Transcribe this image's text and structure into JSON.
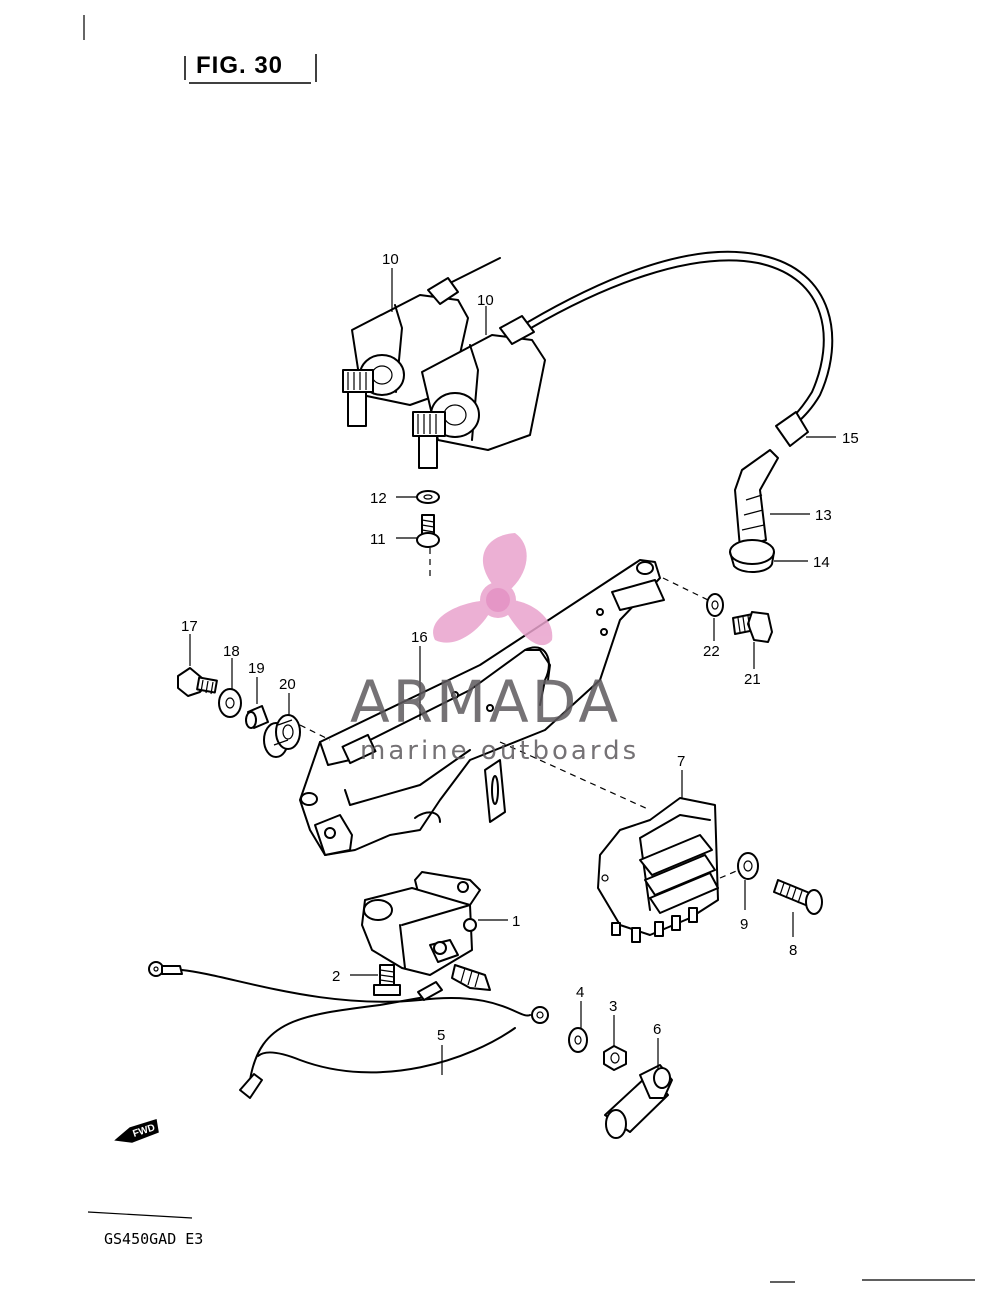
{
  "figure": {
    "title": "FIG. 30"
  },
  "model": {
    "code": "GS450GAD  E3"
  },
  "watermark": {
    "brand": "ARMADA",
    "tagline": "marine outboards",
    "logo_color": "#e9a3cd",
    "text_color": "#5e5a5e"
  },
  "direction_badge": {
    "label": "FWD"
  },
  "callouts": {
    "c1": "1",
    "c2": "2",
    "c3": "3",
    "c4": "4",
    "c5": "5",
    "c6": "6",
    "c7": "7",
    "c8": "8",
    "c9": "9",
    "c10a": "10",
    "c10b": "10",
    "c11": "11",
    "c12": "12",
    "c13": "13",
    "c14": "14",
    "c15": "15",
    "c16": "16",
    "c17": "17",
    "c18": "18",
    "c19": "19",
    "c20": "20",
    "c21": "21",
    "c22": "22"
  }
}
